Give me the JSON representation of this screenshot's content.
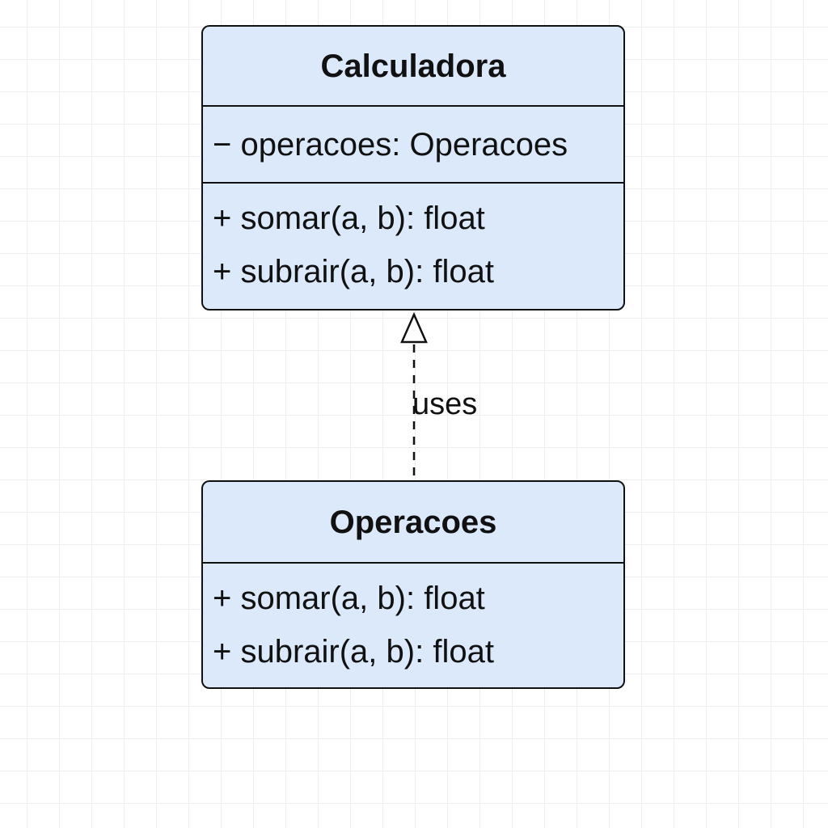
{
  "diagram": {
    "classes": [
      {
        "name": "Calculadora",
        "attributes": [
          "− operacoes: Operacoes"
        ],
        "methods": [
          "+ somar(a, b):  float",
          "+ subrair(a, b):  float"
        ]
      },
      {
        "name": "Operacoes",
        "attributes": [],
        "methods": [
          "+ somar(a, b):  float",
          "+ subrair(a, b):  float"
        ]
      }
    ],
    "relationship": {
      "type": "dependency",
      "from": "Operacoes",
      "to": "Calculadora",
      "label": "uses",
      "line_style": "dashed",
      "arrowhead": "hollow-triangle"
    },
    "colors": {
      "class_fill": "#dbe9fb",
      "stroke": "#111111",
      "grid": "#ececec",
      "background": "#ffffff"
    }
  }
}
